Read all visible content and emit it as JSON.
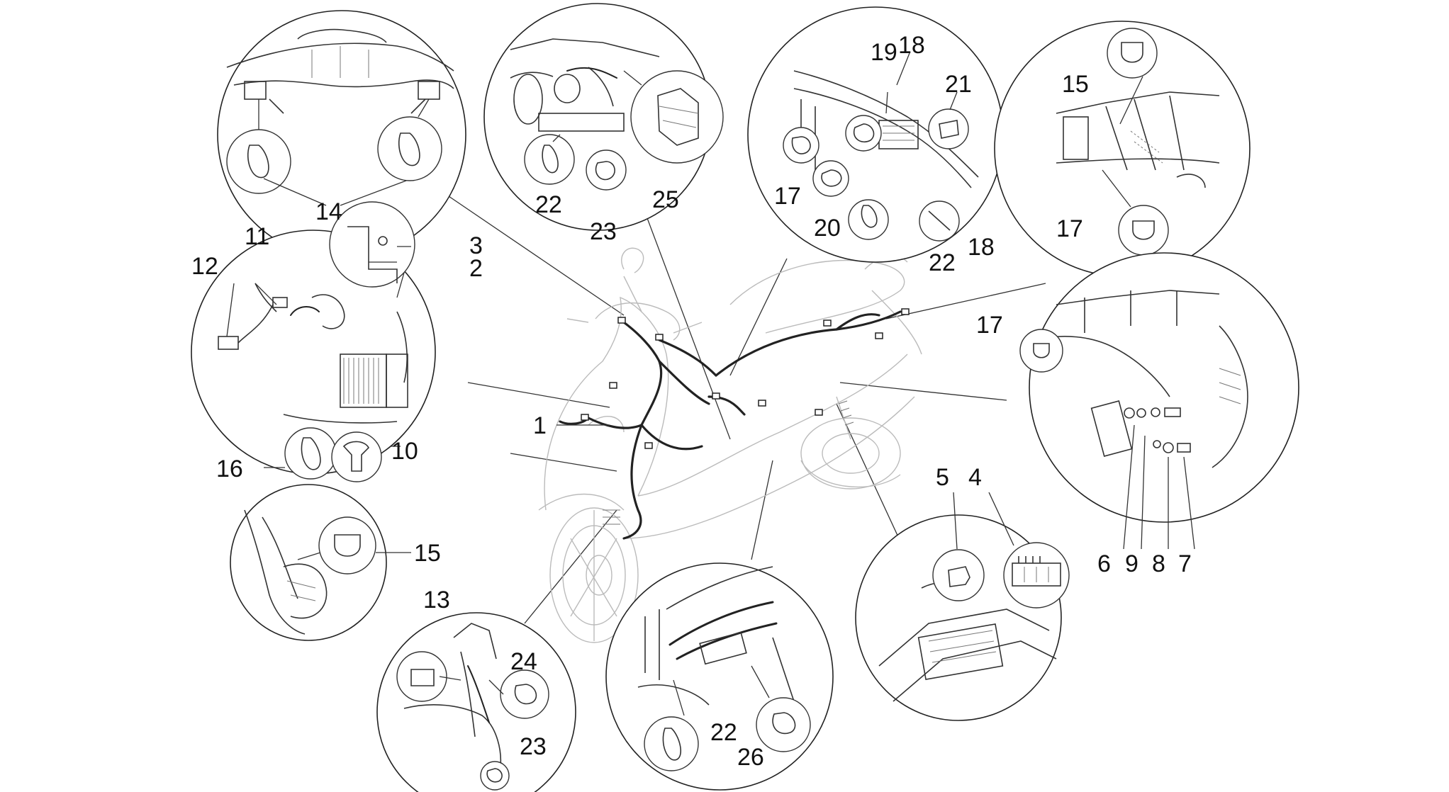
{
  "callouts": {
    "c1": "1",
    "c2": "2",
    "c3": "3",
    "c4": "4",
    "c5": "5",
    "c6": "6",
    "c7": "7",
    "c8": "8",
    "c9": "9",
    "c10": "10",
    "c11": "11",
    "c12": "12",
    "c13": "13",
    "c14": "14",
    "c15a": "15",
    "c15b": "15",
    "c16": "16",
    "c17a": "17",
    "c17b": "17",
    "c17c": "17",
    "c18a": "18",
    "c18b": "18",
    "c19": "19",
    "c20": "20",
    "c21": "21",
    "c22a": "22",
    "c22b": "22",
    "c22c": "22",
    "c23a": "23",
    "c23b": "23",
    "c24": "24",
    "c25": "25",
    "c26": "26"
  }
}
